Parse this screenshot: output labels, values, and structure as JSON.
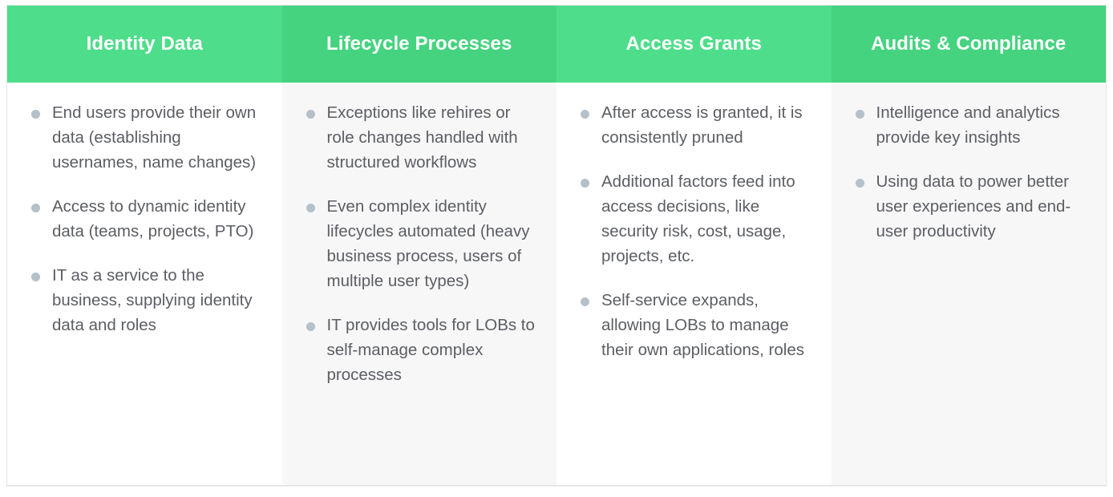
{
  "theme": {
    "header_green_light": "#4edd8a",
    "header_green_dark": "#45d37f",
    "header_text_color": "#ffffff",
    "body_text_color": "#5b5e63",
    "bullet_color": "#b4c0ca",
    "cell_bg_white": "#ffffff",
    "cell_bg_gray": "#f7f7f8",
    "frame_border": "#e3e4e6"
  },
  "columns": [
    {
      "header": "Identity Data",
      "bullets": [
        "End users provide their own data (establishing usernames, name changes)",
        "Access to dynamic identity data (teams, projects, PTO)",
        "IT as a service to the business, supplying identity data and roles"
      ]
    },
    {
      "header": "Lifecycle Processes",
      "bullets": [
        "Exceptions like rehires or role changes handled with structured workflows",
        "Even complex identity lifecycles automated (heavy business process, users of multiple user types)",
        "IT provides tools for LOBs to self-manage complex processes"
      ]
    },
    {
      "header": "Access Grants",
      "bullets": [
        "After access is granted, it is consistently pruned",
        "Additional factors feed into access decisions, like security risk, cost, usage, projects, etc.",
        "Self-service expands, allowing LOBs to manage their own applications, roles"
      ]
    },
    {
      "header": "Audits & Compliance",
      "bullets": [
        "Intelligence and analytics provide key insights",
        "Using data to power better user experiences and end-user productivity"
      ]
    }
  ]
}
